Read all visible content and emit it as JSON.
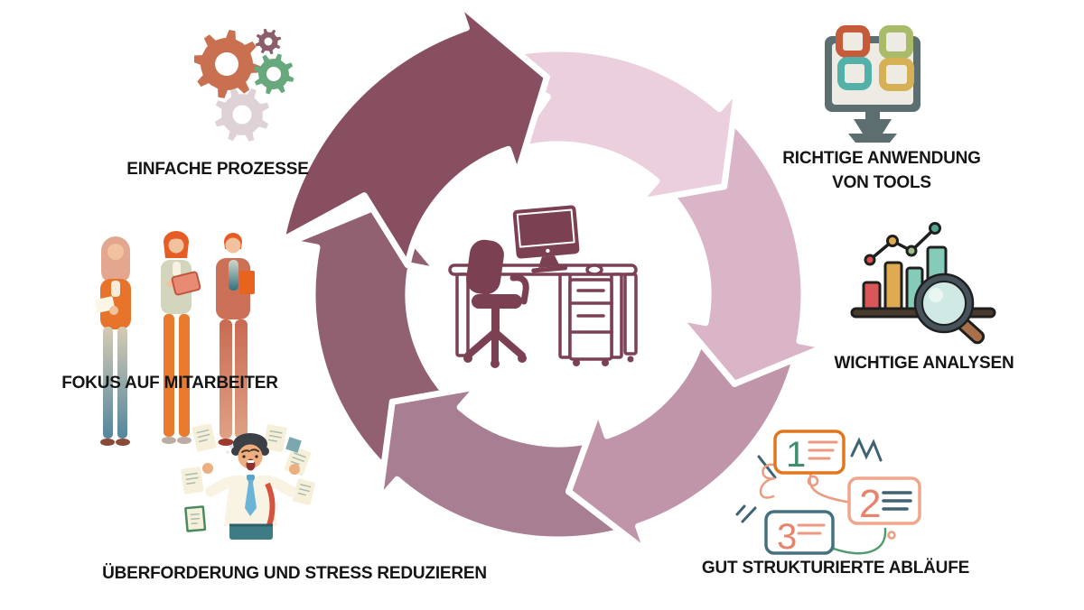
{
  "page": {
    "background": "#ffffff"
  },
  "diagram": {
    "type": "cycle",
    "direction": "clockwise",
    "center": {
      "illustration": "office-desk-with-computer",
      "ink_color": "#7c4053"
    },
    "segments": [
      {
        "id": "top",
        "color": "#884f60",
        "tip_angle_deg": 357,
        "size": "large"
      },
      {
        "id": "right-top",
        "color": "#eccfdd",
        "tip_angle_deg": 57,
        "size": "normal"
      },
      {
        "id": "right-bottom",
        "color": "#d9b5c7",
        "tip_angle_deg": 117,
        "size": "normal"
      },
      {
        "id": "bottom",
        "color": "#c095aa",
        "tip_angle_deg": 177,
        "size": "normal"
      },
      {
        "id": "left-bottom",
        "color": "#a87e92",
        "tip_angle_deg": 237,
        "size": "normal"
      },
      {
        "id": "left-top",
        "color": "#916071",
        "tip_angle_deg": 297,
        "size": "normal"
      }
    ]
  },
  "stations": [
    {
      "id": "einfache-prozesse",
      "label": "EINFACHE PROZESSE",
      "icon": "gears-icon",
      "position": "top-left"
    },
    {
      "id": "richtige-anwendung",
      "label": "RICHTIGE ANWENDUNG VON TOOLS",
      "icon": "monitor-apps-icon",
      "position": "top-right"
    },
    {
      "id": "wichtige-analysen",
      "label": "WICHTIGE ANALYSEN",
      "icon": "bar-chart-magnifier-icon",
      "position": "right"
    },
    {
      "id": "gut-strukturierte-ablaeufe",
      "label": "GUT STRUKTURIERTE ABLÄUFE",
      "icon": "numbered-steps-icon",
      "position": "bottom-right"
    },
    {
      "id": "ueberforderung-stress",
      "label": "ÜBERFORDERUNG UND STRESS REDUZIEREN",
      "icon": "stressed-person-icon",
      "position": "bottom-left"
    },
    {
      "id": "fokus-mitarbeiter",
      "label": "FOKUS AUF MITARBEITER",
      "icon": "team-icon",
      "position": "left"
    }
  ],
  "steps": [
    "1",
    "2",
    "3"
  ],
  "icon_colors": {
    "gear_orange": "#c8704f",
    "gear_mauve": "#8a5f6a",
    "gear_green": "#68a87d",
    "gear_pale": "#ded2d7",
    "monitor_frame": "#5d6e71",
    "monitor_screen": "#edebe4",
    "app_orange": "#c75b39",
    "app_green": "#a9ba69",
    "app_teal": "#54b1a9",
    "app_yellow": "#d5b055",
    "bar_red": "#d95757",
    "bar_gold": "#dfaa52",
    "bar_teal": "#85ccb8",
    "dot_red": "#d94f52",
    "dot_gold": "#dfa94e",
    "dot_green": "#9dc08b",
    "dot_teal": "#52a893",
    "magnifier_glass": "#cfe9e4",
    "magnifier_rim": "#46535b",
    "magnifier_handle": "#a9714b",
    "box1_stroke": "#e2761f",
    "box2_stroke": "#f0a68c",
    "box3_stroke": "#44707f",
    "step1_color": "#3f8f6d",
    "step2_color": "#e8836b",
    "step3_color": "#e8836b",
    "line_salmon": "#ec9a80",
    "line_slate": "#3f6372",
    "line_green": "#4f9b6e"
  }
}
